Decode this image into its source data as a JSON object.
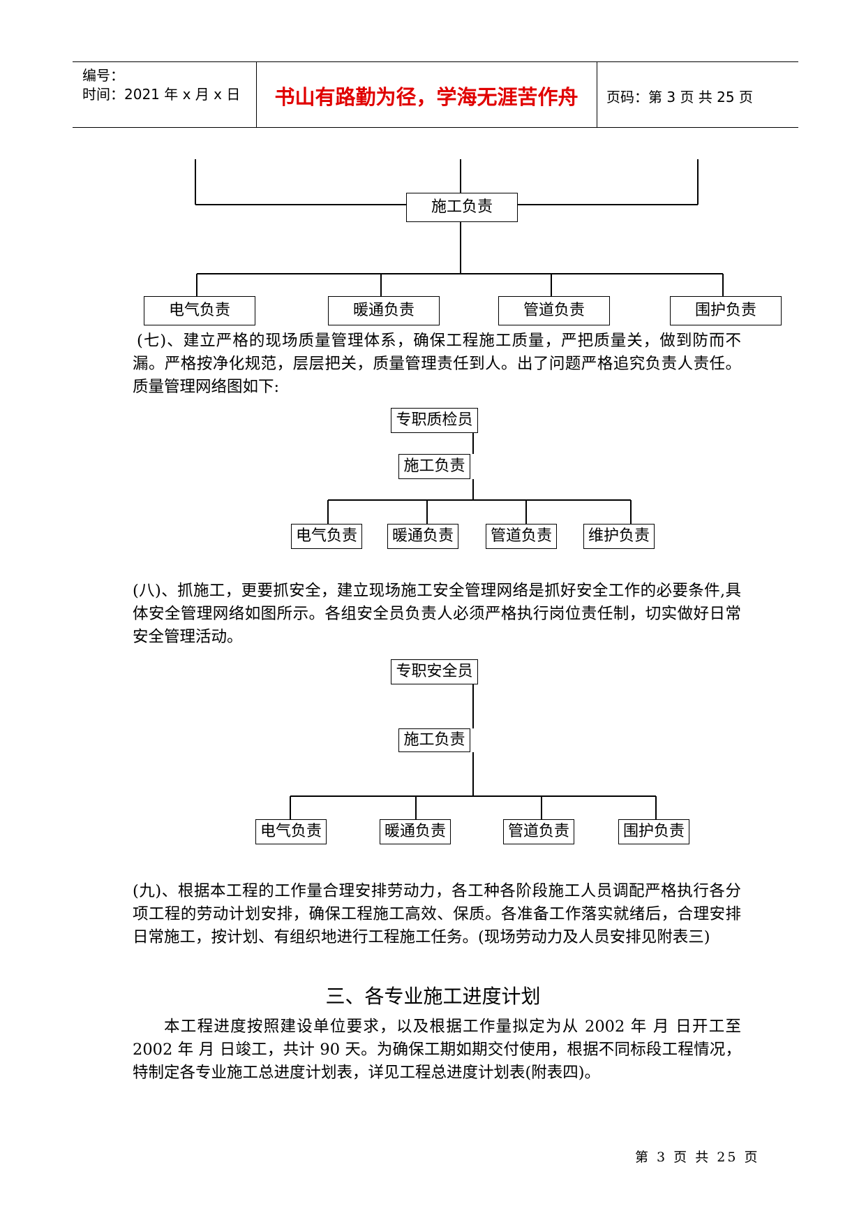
{
  "header": {
    "number_label": "编号：",
    "time_label": "时间：2021 年 x 月 x 日",
    "motto": "书山有路勤为径，学海无涯苦作舟",
    "page_label": "页码：第 3 页  共 25 页"
  },
  "chart_top": {
    "center": "施工负责",
    "children": [
      "电气负责",
      "暖通负责",
      "管道负责",
      "围护负责"
    ]
  },
  "para7": "(七)、建立严格的现场质量管理体系，确保工程施工质量，严把质量关，做到防而不漏。严格按净化规范，层层把关，质量管理责任到人。出了问题严格追究负责人责任。质量管理网络图如下:",
  "chart_quality": {
    "top": "专职质检员",
    "middle": "施工负责",
    "children": [
      "电气负责",
      "暖通负责",
      "管道负责",
      "维护负责"
    ]
  },
  "para8": "(八)、抓施工，更要抓安全，建立现场施工安全管理网络是抓好安全工作的必要条件,具体安全管理网络如图所示。各组安全员负责人必须严格执行岗位责任制，切实做好日常安全管理活动。",
  "chart_safety": {
    "top": "专职安全员",
    "middle": "施工负责",
    "children": [
      "电气负责",
      "暖通负责",
      "管道负责",
      "围护负责"
    ]
  },
  "para9": "(九)、根据本工程的工作量合理安排劳动力，各工种各阶段施工人员调配严格执行各分项工程的劳动计划安排，确保工程施工高效、保质。各准备工作落实就绪后，合理安排日常施工，按计划、有组织地进行工程施工任务。(现场劳动力及人员安排见附表三)",
  "section3": {
    "heading": "三、各专业施工进度计划",
    "body": "本工程进度按照建设单位要求，以及根据工作量拟定为从 2002 年  月  日开工至 2002 年  月  日竣工，共计 90 天。为确保工期如期交付使用，根据不同标段工程情况，特制定各专业施工总进度计划表，详见工程总进度计划表(附表四)。"
  },
  "footer": "第 3 页 共 25 页"
}
